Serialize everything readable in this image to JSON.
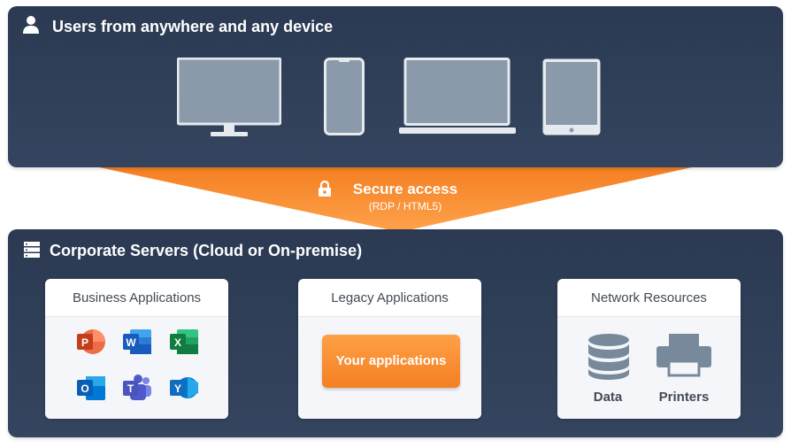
{
  "top_panel": {
    "title": "Users from anywhere and any device",
    "devices": [
      "desktop-monitor",
      "smartphone",
      "laptop",
      "tablet"
    ]
  },
  "access": {
    "title": "Secure access",
    "subtitle": "(RDP / HTML5)",
    "color": "#f68c2e"
  },
  "bottom_panel": {
    "title": "Corporate Servers (Cloud or On-premise)",
    "cards": [
      {
        "title": "Business Applications",
        "apps": [
          "PowerPoint",
          "Word",
          "Excel",
          "Outlook",
          "Teams",
          "Yammer"
        ]
      },
      {
        "title": "Legacy Applications",
        "button": "Your applications"
      },
      {
        "title": "Network Resources",
        "items": [
          "Data",
          "Printers"
        ]
      }
    ]
  },
  "colors": {
    "panel": "#2f3e57",
    "accent": "#f68c2e",
    "device": "#8a9aab"
  }
}
